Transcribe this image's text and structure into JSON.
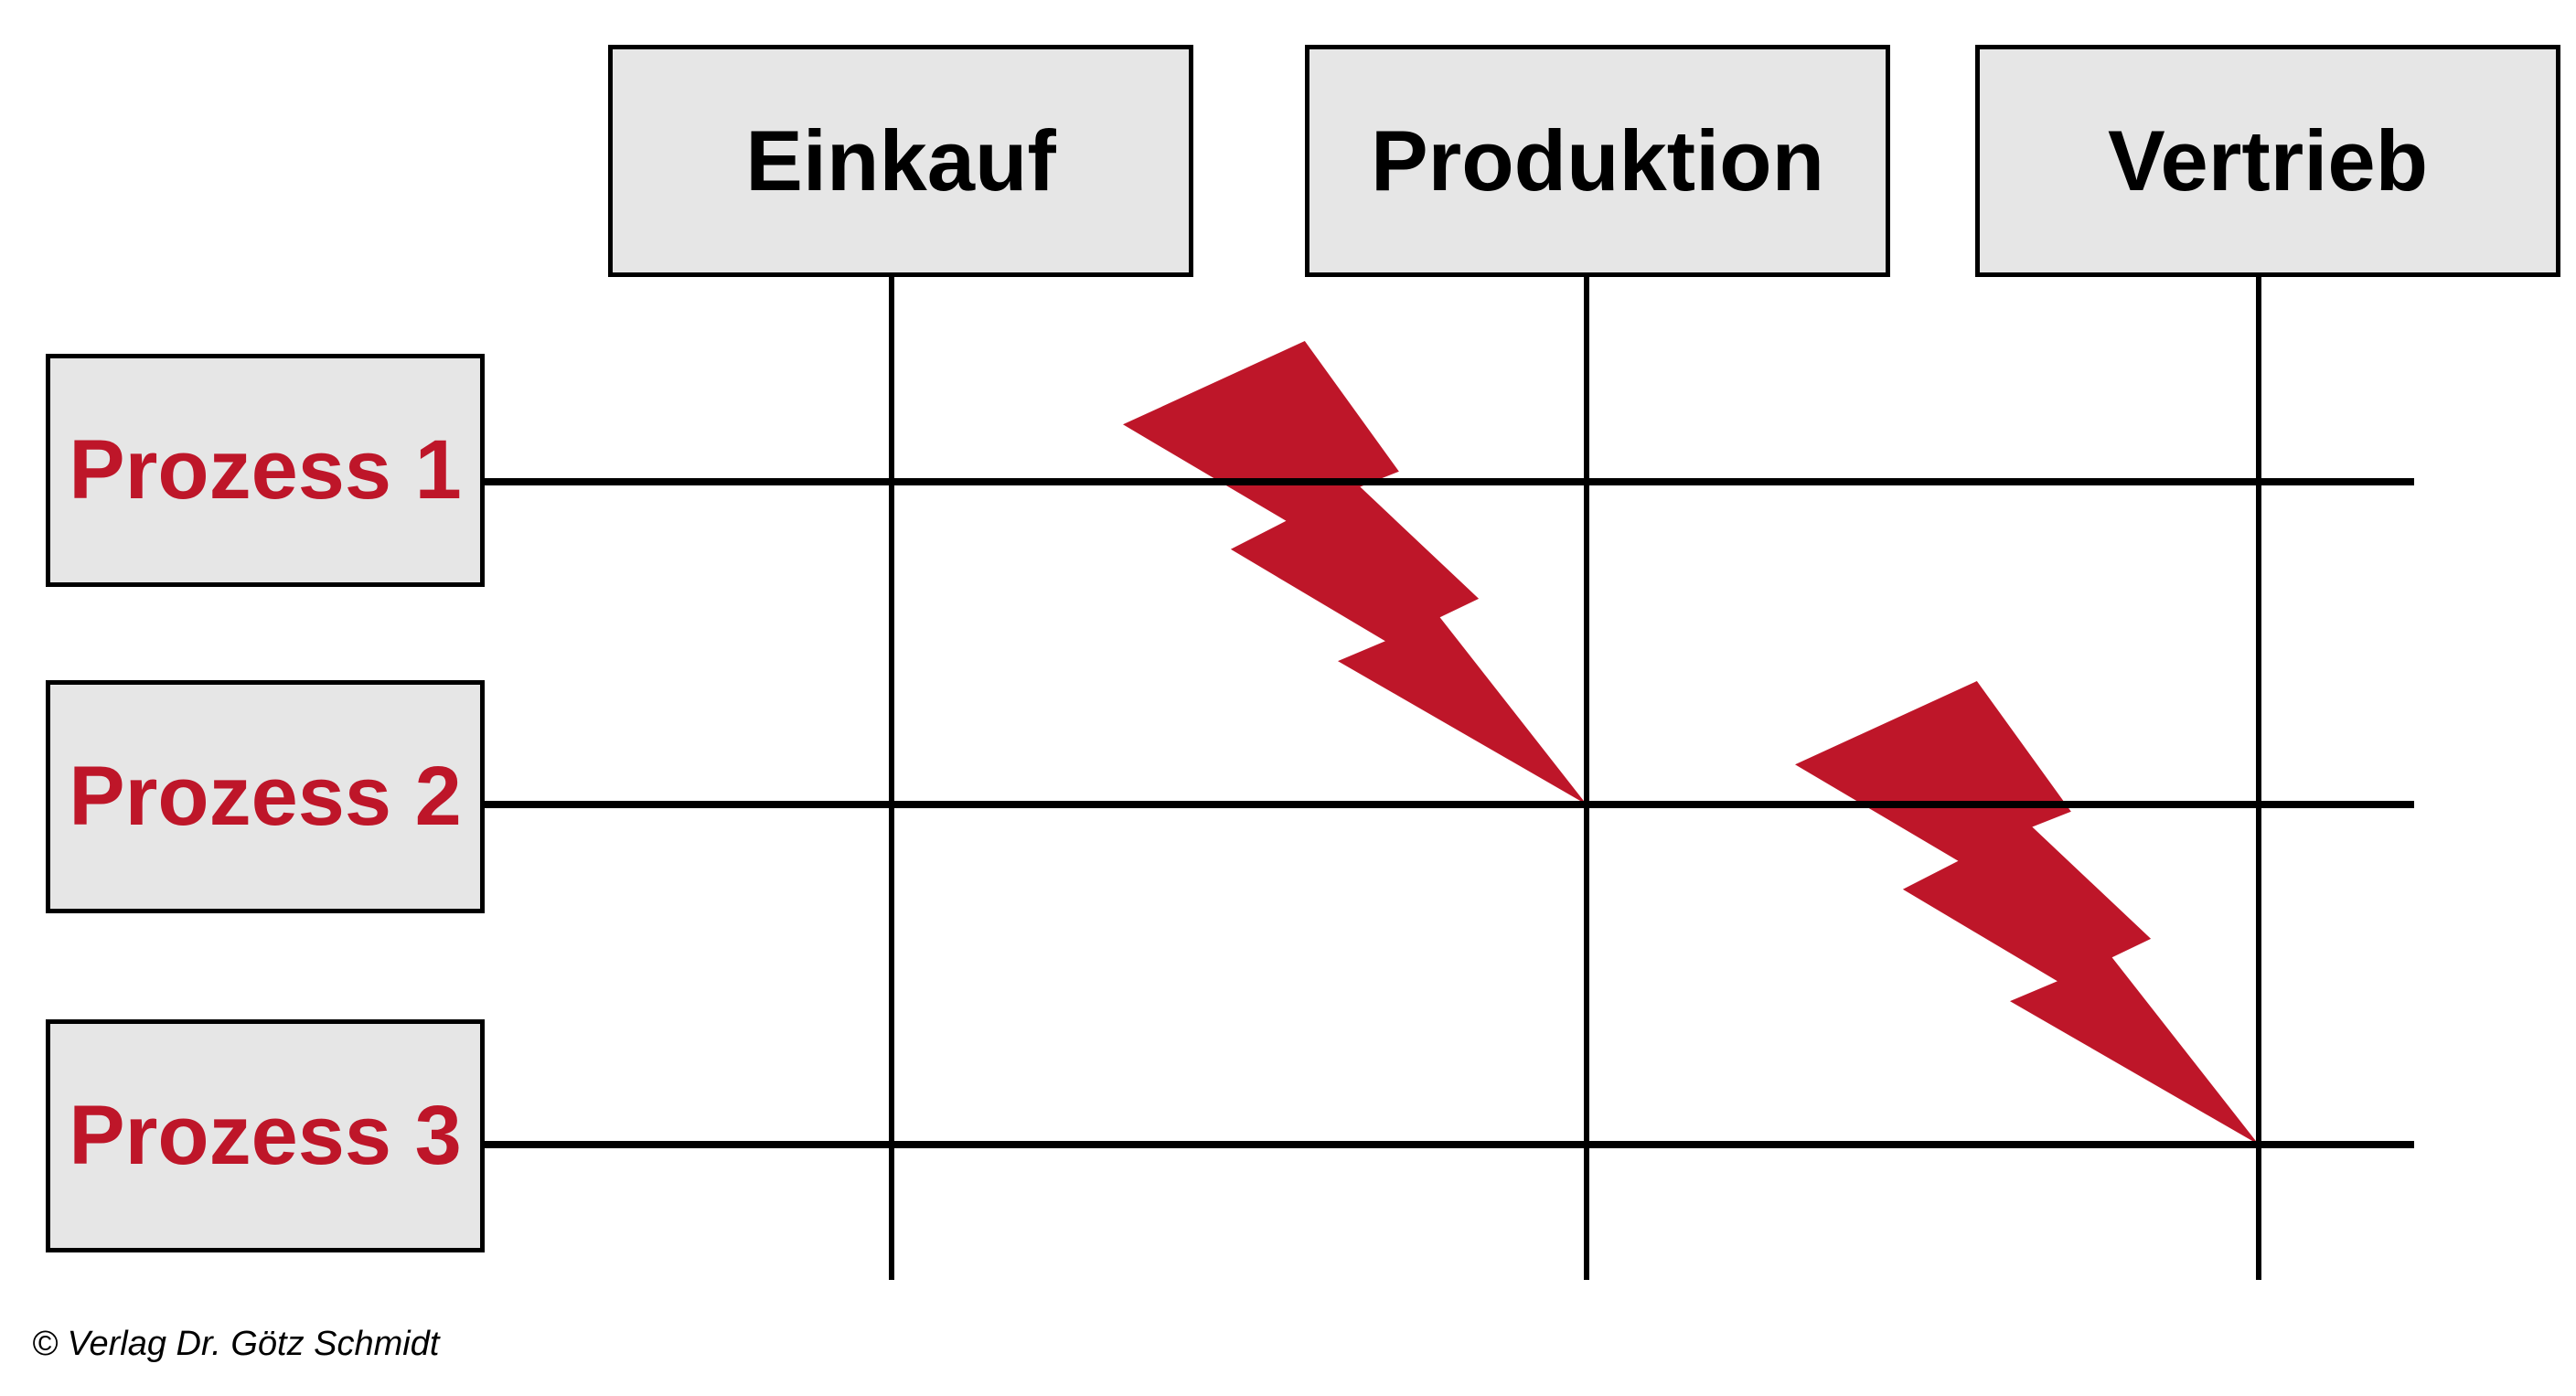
{
  "header": {
    "departments": [
      {
        "label": "Einkauf"
      },
      {
        "label": "Produktion"
      },
      {
        "label": "Vertrieb"
      }
    ]
  },
  "rows": {
    "processes": [
      {
        "label": "Prozess 1"
      },
      {
        "label": "Prozess 2"
      },
      {
        "label": "Prozess 3"
      }
    ]
  },
  "conflict_markers": [
    {
      "icon": "lightning-bolt-icon",
      "at": "Produktion line crossing Prozess 2 line"
    },
    {
      "icon": "lightning-bolt-icon",
      "at": "Vertrieb line crossing Prozess 3 line"
    }
  ],
  "footer": {
    "copyright": "© Verlag Dr. Götz Schmidt"
  },
  "colors": {
    "accent_red": "#be1629",
    "box_fill": "#e6e6e6",
    "line_black": "#000000"
  }
}
